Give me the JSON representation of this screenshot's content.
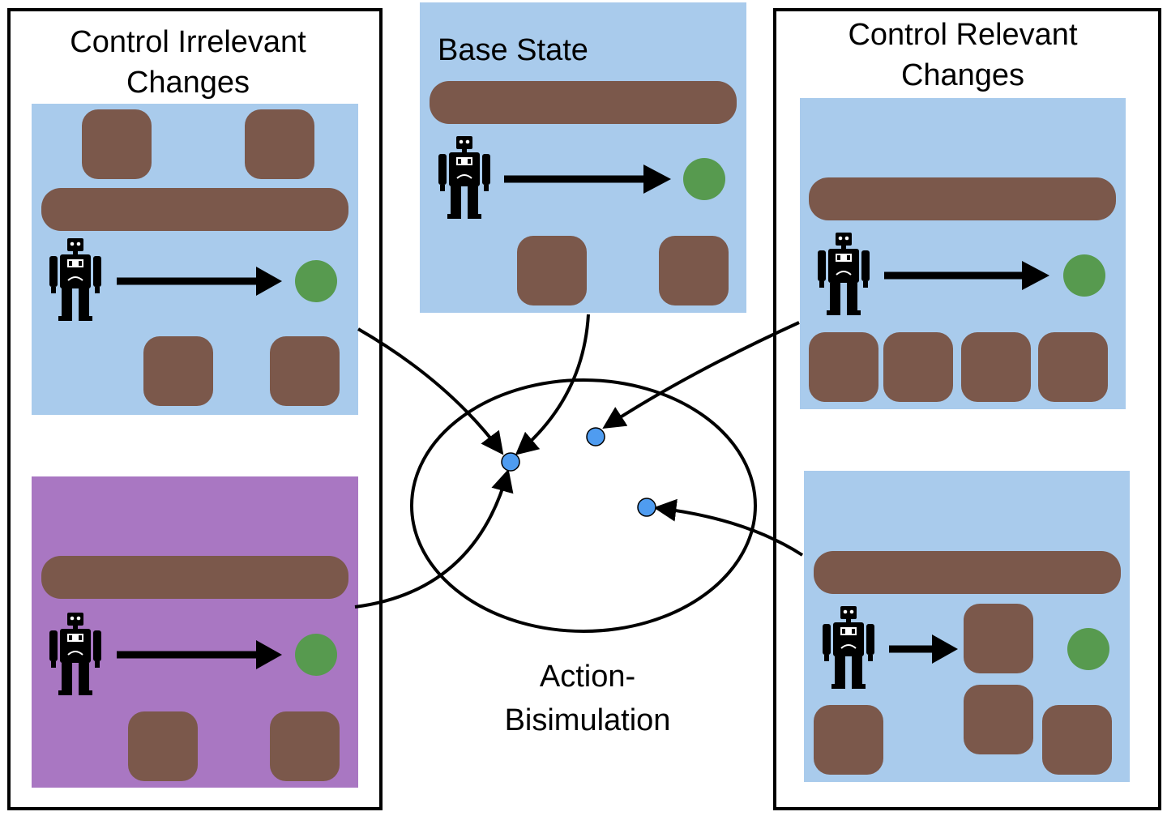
{
  "groups": {
    "left": {
      "title_line1": "Control Irrelevant",
      "title_line2": "Changes"
    },
    "right": {
      "title_line1": "Control Relevant",
      "title_line2": "Changes"
    }
  },
  "base_state": {
    "title": "Base State"
  },
  "bisimulation": {
    "label_line1": "Action-",
    "label_line2": "Bisimulation"
  },
  "colors": {
    "panel_blue": "#a9cbec",
    "panel_purple": "#a977c2",
    "block_brown": "#7b584b",
    "goal_green": "#579a4f",
    "point_blue": "#4f9cf0",
    "robot": "#000000",
    "outline": "#000000"
  },
  "icons": [
    "robot-icon",
    "arrow-icon",
    "goal-icon",
    "block-icon",
    "embedding-point-icon"
  ]
}
